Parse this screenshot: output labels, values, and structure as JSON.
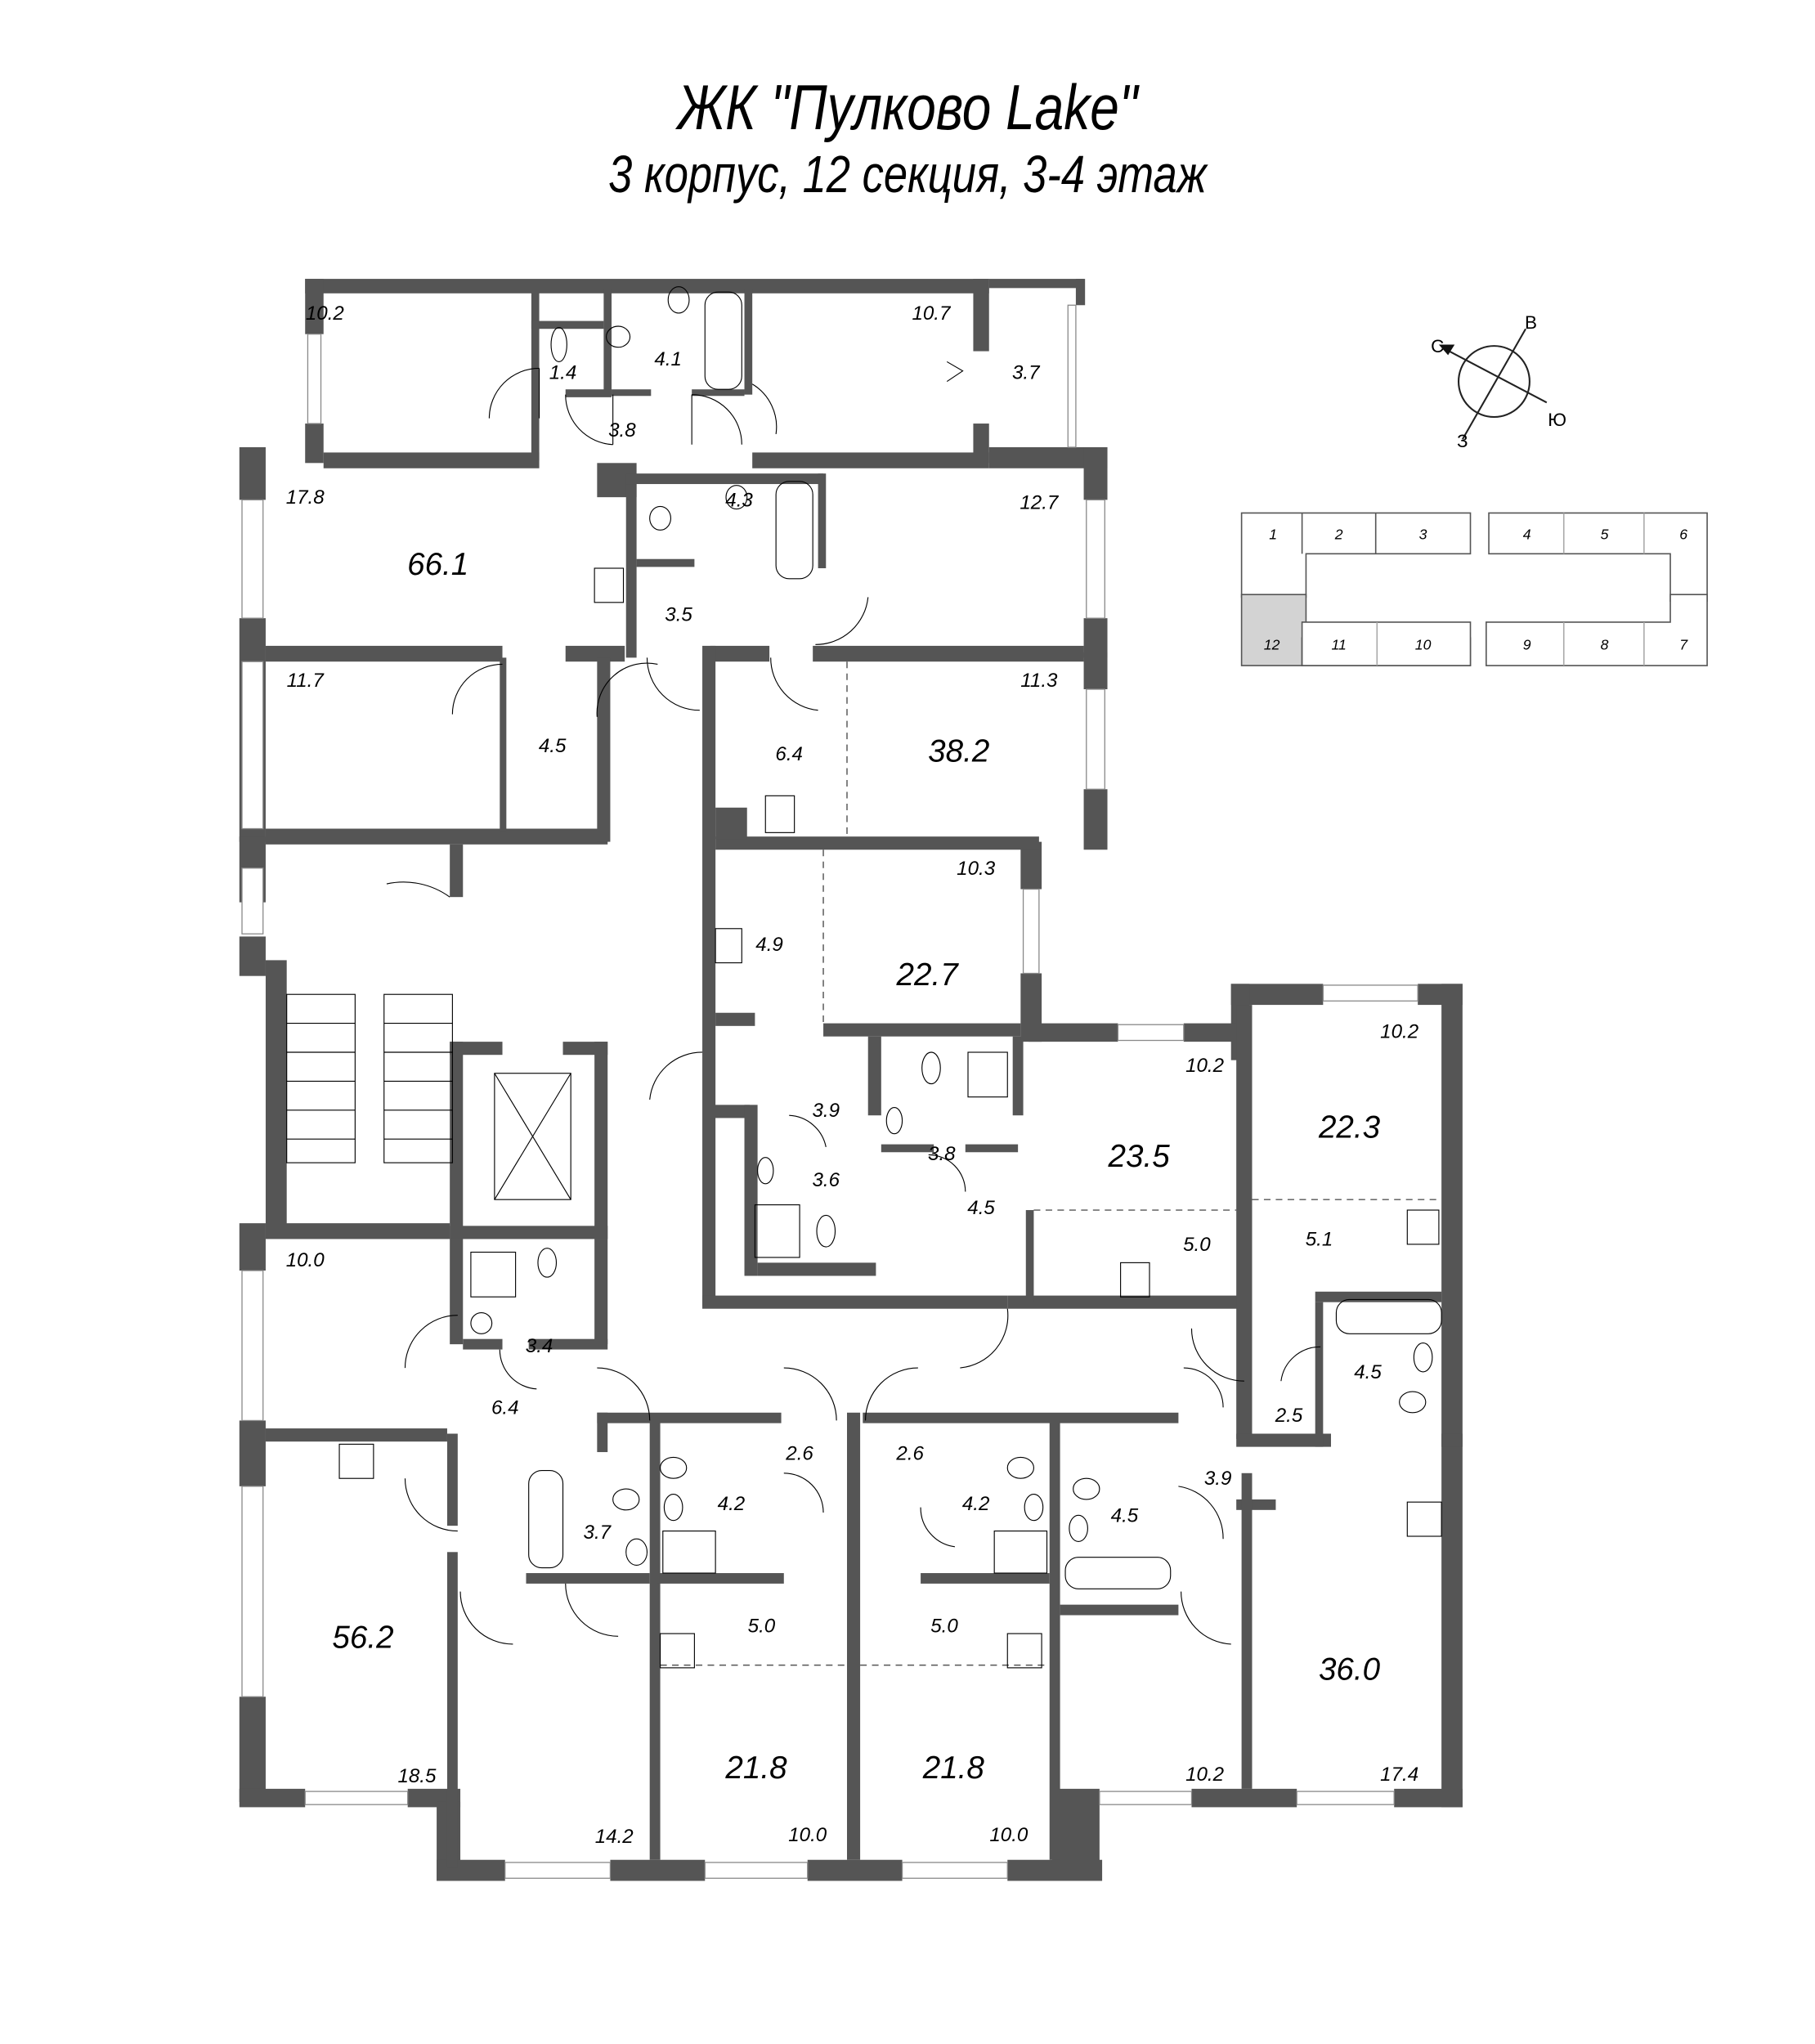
{
  "header": {
    "title": "ЖК \"Пулково Lake\"",
    "subtitle": "3 корпус, 12 секция, 3-4 этаж"
  },
  "compass": {
    "north": "С",
    "east": "В",
    "south": "Ю",
    "west": "З",
    "icon": "compass-rose-icon"
  },
  "section_key": {
    "top_row": [
      "1",
      "2",
      "3",
      "4",
      "5",
      "6"
    ],
    "bottom_row": [
      "12",
      "11",
      "10",
      "9",
      "8",
      "7"
    ],
    "highlighted": "12",
    "highlight_color": "#d3d3d3"
  },
  "colors": {
    "walls": "#555555",
    "background": "#ffffff"
  },
  "apartments": [
    {
      "total": "66.1",
      "rooms": [
        "10.2",
        "1.4",
        "4.1",
        "10.7",
        "3.7",
        "3.8",
        "17.8",
        "11.7",
        "4.5"
      ]
    },
    {
      "total": "38.2",
      "rooms": [
        "4.3",
        "12.7",
        "3.5",
        "6.4",
        "11.3"
      ]
    },
    {
      "total": "22.7",
      "rooms": [
        "10.3",
        "4.9",
        "3.9",
        "3.6"
      ]
    },
    {
      "total": "23.5",
      "rooms": [
        "3.8",
        "10.2",
        "4.5",
        "5.0"
      ]
    },
    {
      "total": "22.3",
      "rooms": [
        "10.2",
        "5.1",
        "4.5",
        "2.5"
      ]
    },
    {
      "total": "56.2",
      "rooms": [
        "10.0",
        "3.4",
        "6.4",
        "3.7",
        "18.5",
        "14.2"
      ]
    },
    {
      "total": "21.8",
      "rooms": [
        "2.6",
        "4.2",
        "5.0",
        "10.0"
      ]
    },
    {
      "total": "21.8",
      "rooms": [
        "2.6",
        "4.2",
        "5.0",
        "10.0"
      ]
    },
    {
      "total": "36.0",
      "rooms": [
        "4.5",
        "3.9",
        "10.2",
        "17.4"
      ]
    }
  ],
  "labels": {
    "a1_r1": "10.2",
    "a1_r2": "1.4",
    "a1_r3": "4.1",
    "a1_r4": "10.7",
    "a1_r5": "3.7",
    "a1_r6": "3.8",
    "a1_r7": "17.8",
    "a1_total": "66.1",
    "a1_r8": "11.7",
    "a1_r9": "4.5",
    "a2_r1": "4.3",
    "a2_r2": "12.7",
    "a2_r3": "3.5",
    "a2_r4": "6.4",
    "a2_total": "38.2",
    "a2_r5": "11.3",
    "a3_r1": "10.3",
    "a3_total": "22.7",
    "a3_r2": "4.9",
    "a3_r3": "3.9",
    "a3_r4": "3.6",
    "a4_r1": "3.8",
    "a4_r2": "10.2",
    "a4_total": "23.5",
    "a4_r3": "4.5",
    "a4_r4": "5.0",
    "a5_r1": "10.2",
    "a5_total": "22.3",
    "a5_r2": "5.1",
    "a5_r3": "4.5",
    "a5_r4": "2.5",
    "a6_r1": "10.0",
    "a6_r2": "3.4",
    "a6_r3": "6.4",
    "a6_r4": "3.7",
    "a6_total": "56.2",
    "a6_r5": "18.5",
    "a6_r6": "14.2",
    "a7_r1": "2.6",
    "a7_r2": "4.2",
    "a7_r3": "5.0",
    "a7_total": "21.8",
    "a7_r4": "10.0",
    "a8_r1": "2.6",
    "a8_r2": "4.2",
    "a8_r3": "5.0",
    "a8_total": "21.8",
    "a8_r4": "10.0",
    "a9_r1": "4.5",
    "a9_r2": "3.9",
    "a9_total": "36.0",
    "a9_r3": "10.2",
    "a9_r4": "17.4"
  }
}
